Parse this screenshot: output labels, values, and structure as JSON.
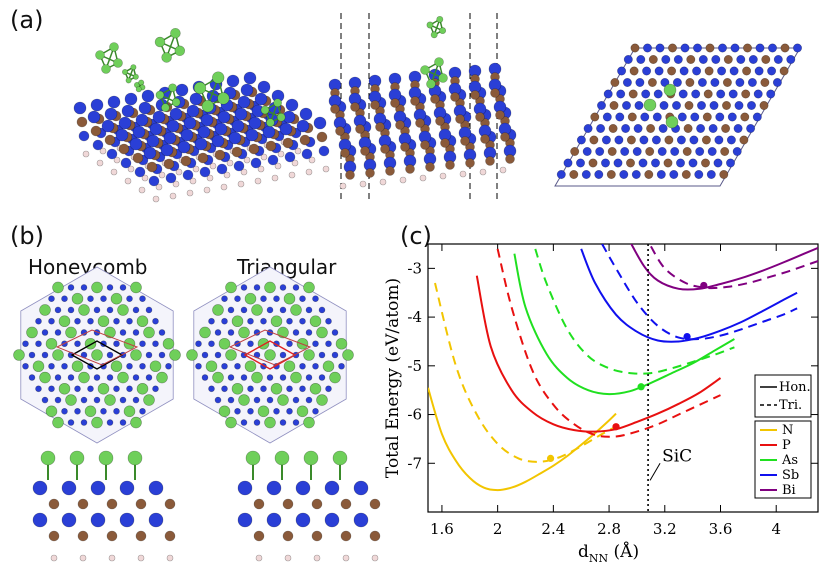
{
  "panels": {
    "a": {
      "label": "(a)"
    },
    "b": {
      "label": "(b)",
      "honeycomb_title": "Honeycomb",
      "triangular_title": "Triangular"
    },
    "c": {
      "label": "(c)"
    }
  },
  "colors": {
    "substrate_atom": "#2a3fd6",
    "carbon_atom": "#8a5a3a",
    "hydrogen_atom": "#f0d8d8",
    "adatom": "#6fcf5a",
    "bond": "#5a5a8a"
  },
  "chart_data": {
    "type": "line",
    "xlabel_main": "d",
    "xlabel_sub": "NN",
    "xlabel_unit": " (Å)",
    "ylabel": "Total Energy (eV/atom)",
    "xlim": [
      1.5,
      4.3
    ],
    "ylim": [
      -8.0,
      -2.5
    ],
    "xticks": [
      1.6,
      2.0,
      2.4,
      2.8,
      3.2,
      3.6,
      4.0
    ],
    "xtick_labels": [
      "1.6",
      "2",
      "2.4",
      "2.8",
      "3.2",
      "3.6",
      "4"
    ],
    "yticks": [
      -7,
      -6,
      -5,
      -4,
      -3
    ],
    "ytick_labels": [
      "-7",
      "-6",
      "-5",
      "-4",
      "-3"
    ],
    "reference_line": {
      "x": 3.08,
      "label": "SiC"
    },
    "style_legend": [
      {
        "label": "Hon.",
        "style": "solid"
      },
      {
        "label": "Tri.",
        "style": "dashed"
      }
    ],
    "series": [
      {
        "name": "N",
        "color": "#f2c500",
        "honeycomb": {
          "x": [
            1.5,
            1.6,
            1.7,
            1.8,
            1.9,
            2.0,
            2.1,
            2.2,
            2.3,
            2.4,
            2.5,
            2.6,
            2.7,
            2.8,
            2.85
          ],
          "y": [
            -5.45,
            -6.4,
            -6.95,
            -7.3,
            -7.5,
            -7.55,
            -7.5,
            -7.38,
            -7.22,
            -7.05,
            -6.85,
            -6.62,
            -6.38,
            -6.12,
            -5.98
          ]
        },
        "triangular": {
          "x": [
            1.55,
            1.7,
            1.85,
            2.0,
            2.15,
            2.3,
            2.45,
            2.6,
            2.75,
            2.85
          ],
          "y": [
            -3.3,
            -5.0,
            -6.0,
            -6.6,
            -6.9,
            -6.97,
            -6.87,
            -6.65,
            -6.4,
            -6.25
          ]
        },
        "min_marker": {
          "x": 2.38,
          "y": -6.9
        }
      },
      {
        "name": "P",
        "color": "#e81010",
        "honeycomb": {
          "x": [
            1.85,
            1.95,
            2.1,
            2.25,
            2.4,
            2.55,
            2.7,
            2.85,
            3.0,
            3.15,
            3.3,
            3.45,
            3.6
          ],
          "y": [
            -3.15,
            -4.6,
            -5.5,
            -5.95,
            -6.2,
            -6.32,
            -6.35,
            -6.3,
            -6.15,
            -5.98,
            -5.78,
            -5.55,
            -5.25
          ]
        },
        "triangular": {
          "x": [
            2.0,
            2.1,
            2.25,
            2.4,
            2.55,
            2.7,
            2.85,
            3.0,
            3.15,
            3.3,
            3.45,
            3.6
          ],
          "y": [
            -2.6,
            -3.8,
            -5.1,
            -5.8,
            -6.2,
            -6.42,
            -6.45,
            -6.35,
            -6.2,
            -6.0,
            -5.8,
            -5.6
          ]
        },
        "min_marker": {
          "x": 2.85,
          "y": -6.25
        }
      },
      {
        "name": "As",
        "color": "#20e020",
        "honeycomb": {
          "x": [
            2.12,
            2.2,
            2.35,
            2.5,
            2.65,
            2.8,
            2.95,
            3.1,
            3.25,
            3.4,
            3.55,
            3.7
          ],
          "y": [
            -2.7,
            -3.8,
            -4.75,
            -5.25,
            -5.5,
            -5.58,
            -5.52,
            -5.35,
            -5.15,
            -4.95,
            -4.7,
            -4.45
          ]
        },
        "triangular": {
          "x": [
            2.27,
            2.35,
            2.5,
            2.65,
            2.8,
            2.95,
            3.1,
            3.25,
            3.4,
            3.55,
            3.7
          ],
          "y": [
            -2.6,
            -3.3,
            -4.25,
            -4.8,
            -5.05,
            -5.15,
            -5.15,
            -5.05,
            -4.92,
            -4.78,
            -4.62
          ]
        },
        "min_marker": {
          "x": 3.03,
          "y": -5.43
        }
      },
      {
        "name": "Sb",
        "color": "#1010ee",
        "honeycomb": {
          "x": [
            2.6,
            2.7,
            2.85,
            3.0,
            3.15,
            3.3,
            3.45,
            3.6,
            3.75,
            3.9,
            4.05,
            4.15
          ],
          "y": [
            -2.6,
            -3.3,
            -3.95,
            -4.3,
            -4.48,
            -4.5,
            -4.42,
            -4.28,
            -4.1,
            -3.88,
            -3.65,
            -3.5
          ]
        },
        "triangular": {
          "x": [
            2.75,
            2.85,
            3.0,
            3.15,
            3.3,
            3.45,
            3.6,
            3.75,
            3.9,
            4.05,
            4.15
          ],
          "y": [
            -2.5,
            -3.0,
            -3.7,
            -4.18,
            -4.42,
            -4.45,
            -4.38,
            -4.25,
            -4.1,
            -3.95,
            -3.82
          ]
        },
        "min_marker": {
          "x": 3.36,
          "y": -4.4
        }
      },
      {
        "name": "Bi",
        "color": "#800080",
        "honeycomb": {
          "x": [
            2.95,
            3.05,
            3.15,
            3.3,
            3.45,
            3.6,
            3.75,
            3.9,
            4.05,
            4.2,
            4.3
          ],
          "y": [
            -2.45,
            -2.95,
            -3.25,
            -3.42,
            -3.42,
            -3.32,
            -3.2,
            -3.05,
            -2.88,
            -2.7,
            -2.58
          ]
        },
        "triangular": {
          "x": [
            3.1,
            3.2,
            3.35,
            3.5,
            3.65,
            3.8,
            3.95,
            4.1,
            4.25,
            4.3
          ],
          "y": [
            -2.55,
            -3.0,
            -3.3,
            -3.4,
            -3.38,
            -3.3,
            -3.18,
            -3.05,
            -2.9,
            -2.85
          ]
        },
        "min_marker": {
          "x": 3.48,
          "y": -3.35
        }
      }
    ]
  }
}
